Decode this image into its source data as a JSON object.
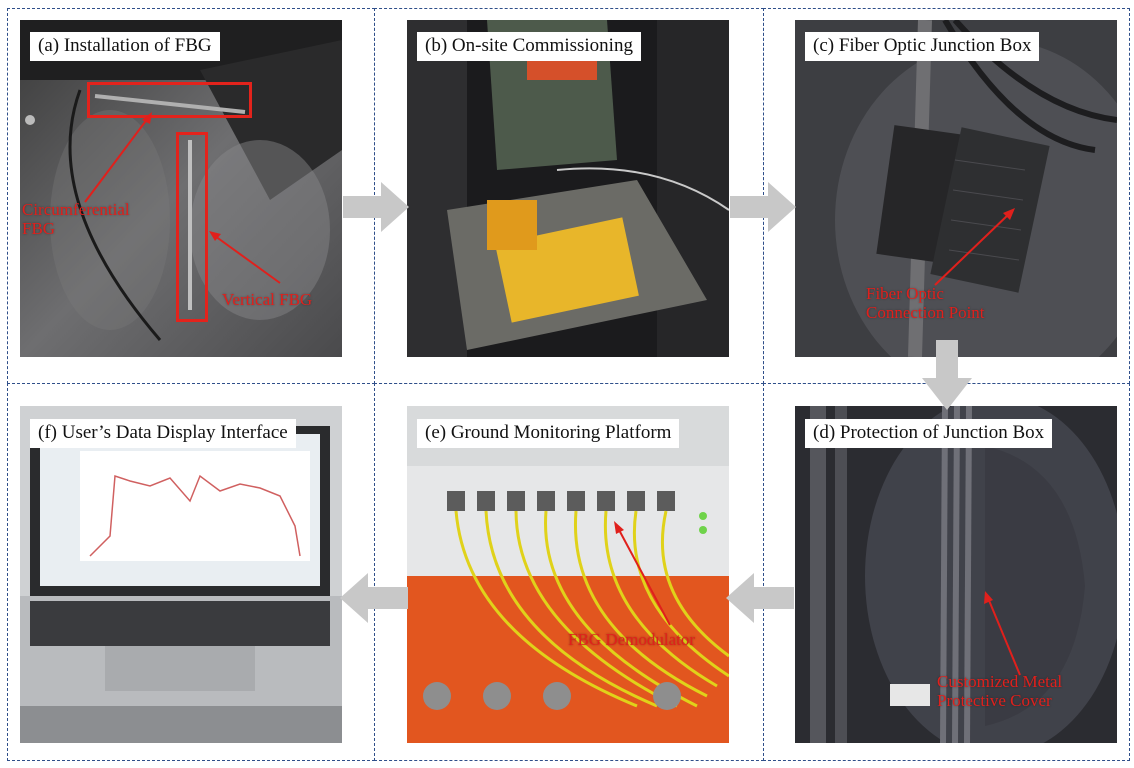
{
  "panels": {
    "a": {
      "caption": "(a) Installation of FBG",
      "annotations": {
        "circumferential": "Circumferential\nFBG",
        "vertical": "Vertical FBG"
      }
    },
    "b": {
      "caption": "(b) On-site Commissioning"
    },
    "c": {
      "caption": "(c) Fiber Optic Junction Box",
      "annotations": {
        "connection": "Fiber Optic\nConnection Point"
      }
    },
    "d": {
      "caption": "(d) Protection of Junction Box",
      "annotations": {
        "cover": "Customized Metal\nProtective Cover"
      }
    },
    "e": {
      "caption": "(e) Ground Monitoring Platform",
      "annotations": {
        "demodulator": "FBG Demodulator"
      }
    },
    "f": {
      "caption": "(f) User’s Data Display Interface"
    }
  },
  "colors": {
    "frame": "#2f4f8a",
    "annotation": "#e0201c",
    "arrow": "#c8c8c8"
  }
}
